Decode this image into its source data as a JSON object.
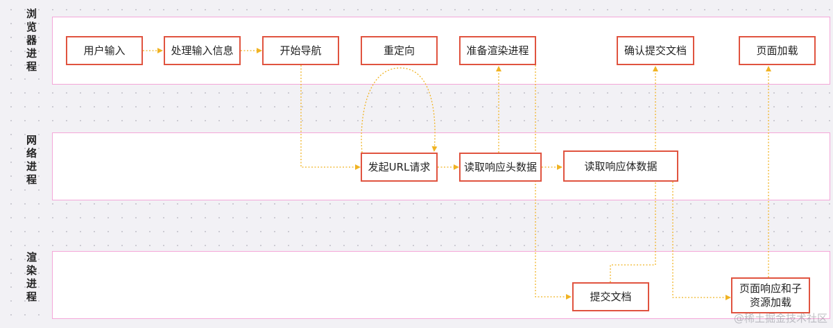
{
  "lanes": {
    "browser": "浏览器进程",
    "network": "网络进程",
    "render": "渲染进程"
  },
  "nodes": {
    "user_input": "用户输入",
    "process_input": "处理输入信息",
    "start_nav": "开始导航",
    "redirect": "重定向",
    "prepare_render": "准备渲染进程",
    "confirm_commit": "确认提交文档",
    "page_load": "页面加载",
    "url_request": "发起URL请求",
    "read_headers": "读取响应头数据",
    "read_body": "读取响应体数据",
    "commit_doc": "提交文档",
    "page_response": "页面响应和子资源加载"
  },
  "watermark": "@稀土掘金技术社区",
  "colors": {
    "node_border": "#e0533f",
    "arrow": "#f0b323",
    "lane_border": "#f4a6d8"
  }
}
